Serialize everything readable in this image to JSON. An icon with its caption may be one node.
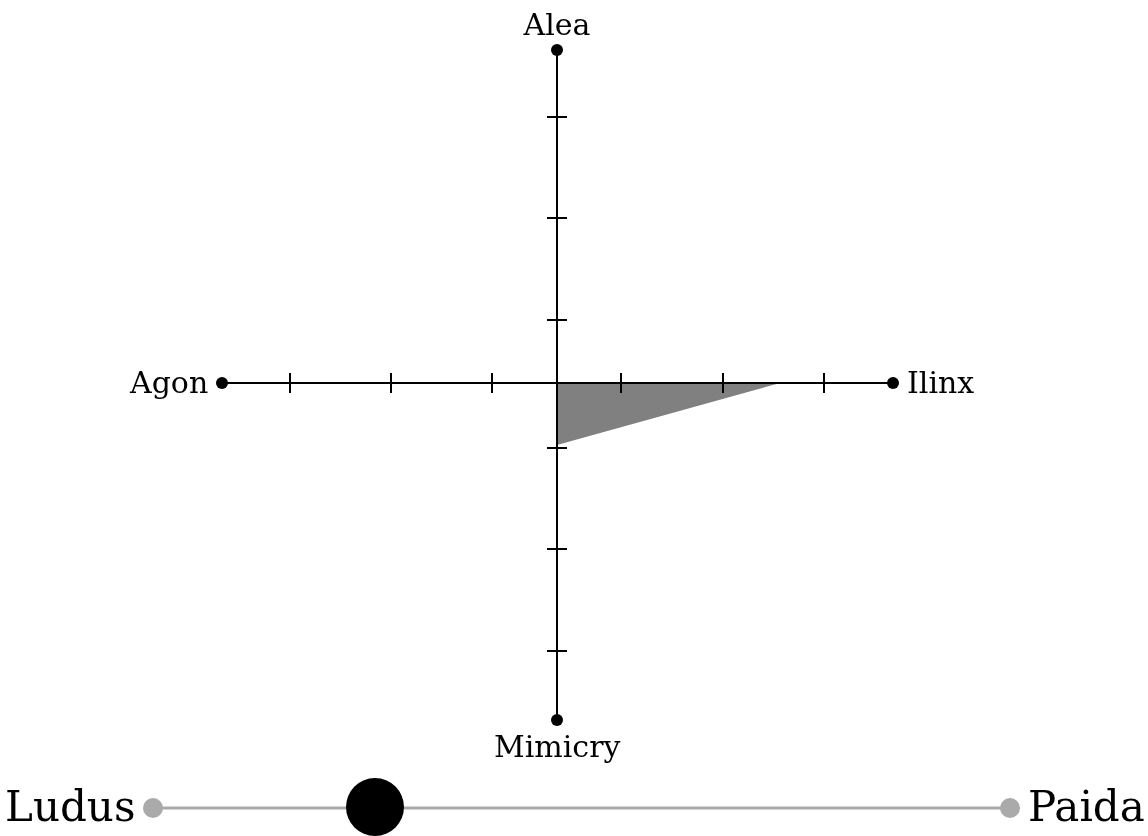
{
  "diagram": {
    "labels": [
      "Alea",
      "Agon",
      "Ilinx",
      "Mimicry",
      "Ludus",
      "Paida"
    ]
  }
}
